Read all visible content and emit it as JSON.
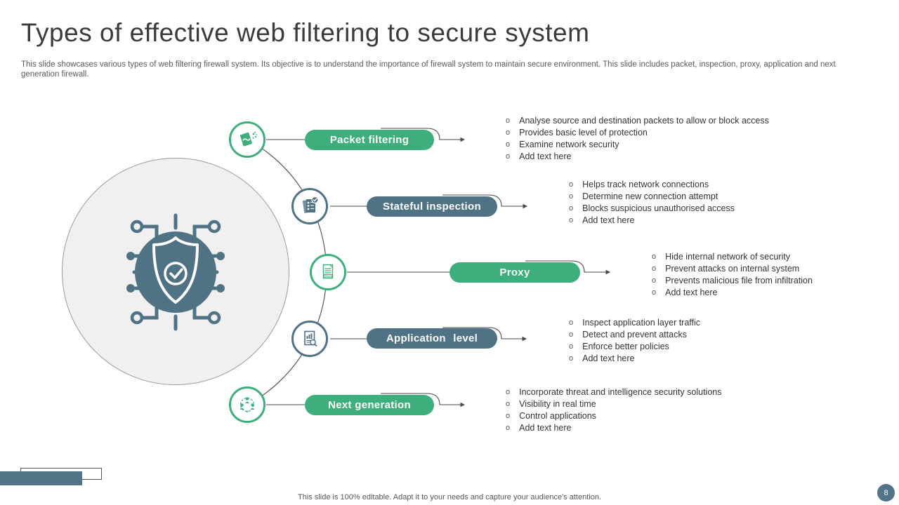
{
  "slide": {
    "title": "Types of effective web filtering to secure system",
    "subtitle": "This slide showcases various types of web filtering firewall system. Its objective is to understand the importance of firewall system to maintain secure environment. This slide includes packet, inspection, proxy,  application and next generation firewall.",
    "footer_note": "This slide is 100% editable.  Adapt it to your needs and capture your audience's attention.",
    "page_number": "8"
  },
  "colors": {
    "green": "#3eae7d",
    "slate": "#4f7285",
    "center_circle_fill": "#f0f0f0",
    "line": "#4a4a4a"
  },
  "center": {
    "icon": "shield-circuit-icon"
  },
  "branches": [
    {
      "label": "Packet filtering",
      "color": "green",
      "icon": "packet-filter-icon",
      "bullets": [
        "Analyse source and destination packets to allow or block access",
        "Provides basic level of protection",
        "Examine network security",
        "Add text here"
      ]
    },
    {
      "label": "Stateful inspection",
      "color": "slate",
      "icon": "checklist-icon",
      "bullets": [
        "Helps track network connections",
        "Determine new connection attempt",
        "Blocks suspicious unauthorised access",
        "Add text here"
      ]
    },
    {
      "label": "Proxy",
      "color": "green",
      "icon": "proxy-document-icon",
      "bullets": [
        "Hide internal network of security",
        "Prevent attacks on internal system",
        "Prevents malicious file from infiltration",
        "Add text here"
      ]
    },
    {
      "label": "Application level",
      "color": "slate",
      "icon": "app-analysis-icon",
      "bullets": [
        "Inspect application layer traffic",
        "Detect and prevent attacks",
        "Enforce better policies",
        "Add text here"
      ]
    },
    {
      "label": "Next generation",
      "color": "green",
      "icon": "people-sync-icon",
      "bullets": [
        "Incorporate threat and intelligence security solutions",
        "Visibility in real time",
        "Control applications",
        "Add text here"
      ]
    }
  ]
}
